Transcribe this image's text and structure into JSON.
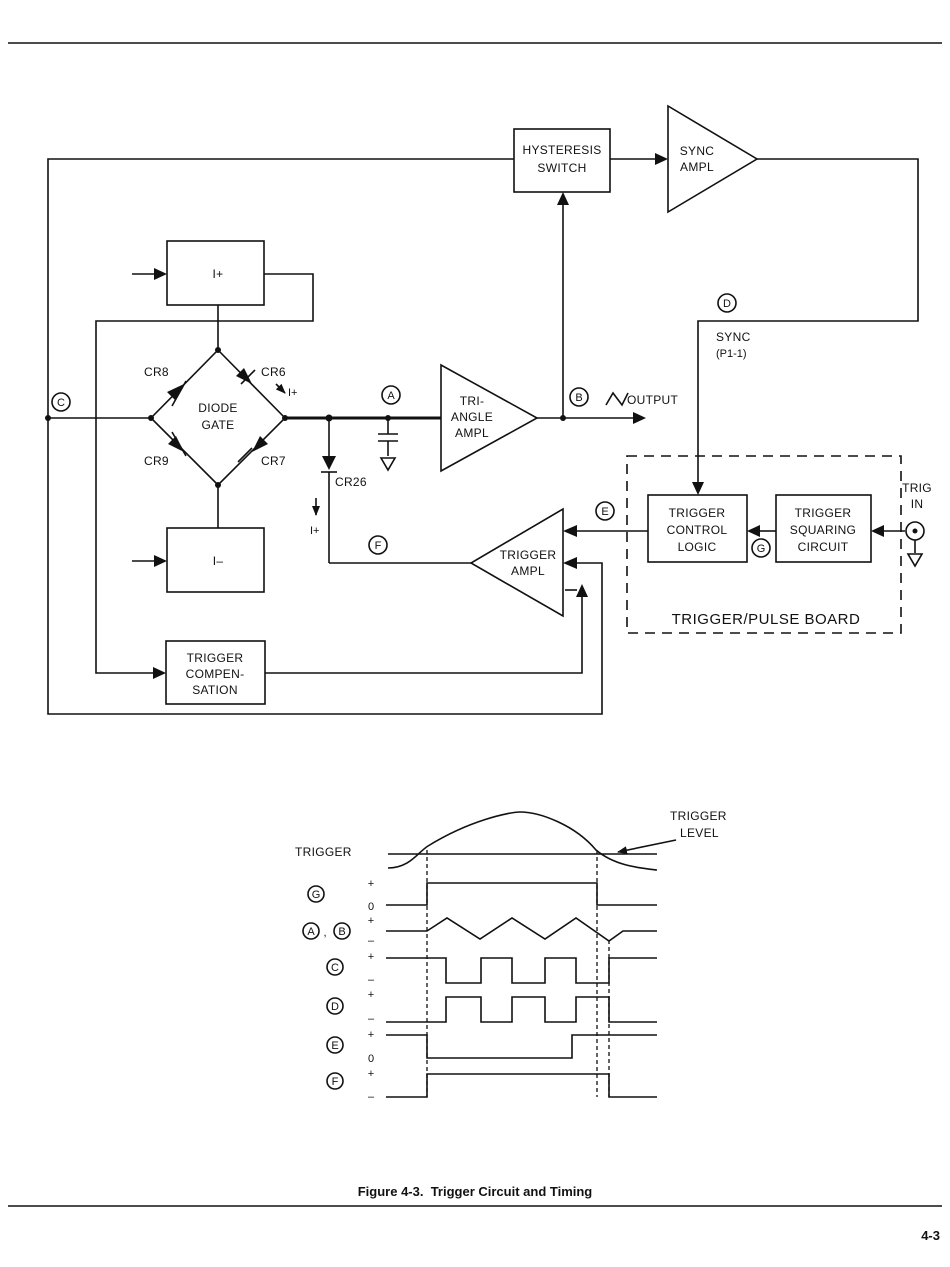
{
  "diagram": {
    "blocks": {
      "hysteresis_switch": [
        "HYSTERESIS",
        "SWITCH"
      ],
      "sync_ampl": [
        "SYNC",
        "AMPL"
      ],
      "i_plus": "I+",
      "i_minus": "I–",
      "diode_gate": [
        "DIODE",
        "GATE"
      ],
      "triangle_ampl": [
        "TRI-",
        "ANGLE",
        "AMPL"
      ],
      "trigger_ampl": [
        "TRIGGER",
        "AMPL"
      ],
      "trigger_compensation": [
        "TRIGGER",
        "COMPEN-",
        "SATION"
      ],
      "trigger_control_logic": [
        "TRIGGER",
        "CONTROL",
        "LOGIC"
      ],
      "trigger_squaring_circuit": [
        "TRIGGER",
        "SQUARING",
        "CIRCUIT"
      ],
      "trigger_pulse_board": "TRIGGER/PULSE BOARD"
    },
    "labels": {
      "cr8": "CR8",
      "cr6": "CR6",
      "cr9": "CR9",
      "cr7": "CR7",
      "cr26": "CR26",
      "i_plus_arrow": "I+",
      "i_plus_cr26": "I+",
      "sync_p1": [
        "SYNC",
        "(P1-1)"
      ],
      "output": "OUTPUT",
      "trig_in": [
        "TRIG",
        "IN"
      ]
    },
    "nodes": {
      "A": "A",
      "B": "B",
      "C": "C",
      "D": "D",
      "E": "E",
      "F": "F",
      "G": "G"
    }
  },
  "timing": {
    "trigger_label": "TRIGGER",
    "trigger_level_label": [
      "TRIGGER",
      "LEVEL"
    ],
    "rows": [
      {
        "node": "G",
        "top": "+",
        "bottom": "0"
      },
      {
        "node": "A",
        "node2": "B",
        "sep": ",",
        "top": "+",
        "bottom": "–"
      },
      {
        "node": "C",
        "top": "+",
        "bottom": "–"
      },
      {
        "node": "D",
        "top": "+",
        "bottom": "–"
      },
      {
        "node": "E",
        "top": "+",
        "bottom": "0"
      },
      {
        "node": "F",
        "top": "+",
        "bottom": "–"
      }
    ]
  },
  "caption": "Figure 4-3.  Trigger Circuit and Timing",
  "page_number": "4-3"
}
